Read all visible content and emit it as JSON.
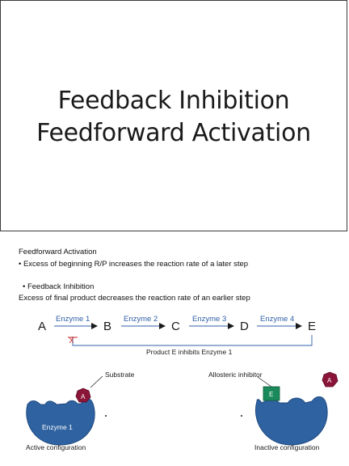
{
  "slide1": {
    "title_line1": "Feedback Inhibition",
    "title_line2": "Feedforward Activation"
  },
  "slide2": {
    "bullets": {
      "feedforward_heading": "Feedforward Activation",
      "feedforward_point": "•  Excess of beginning R/P  increases the reaction rate of a later step",
      "feedback_heading": "•  Feedback Inhibition",
      "feedback_point": "Excess of final product decreases the reaction rate of an earlier step"
    },
    "pathway": {
      "letters": [
        "A",
        "B",
        "C",
        "D",
        "E"
      ],
      "enzymes": [
        "Enzyme 1",
        "Enzyme 2",
        "Enzyme 3",
        "Enzyme 4"
      ],
      "inhibition_mark": "X",
      "inhibition_caption": "Product E inhibits Enzyme 1"
    },
    "diagram": {
      "substrate_label": "Substrate",
      "substrate_letter": "A",
      "enzyme_label": "Enzyme 1",
      "inhibitor_label": "Allosteric inhibitor",
      "inhibitor_letter": "E",
      "free_substrate_letter": "A",
      "active_caption": "Active configuration",
      "inactive_caption": "Inactive configuration"
    },
    "colors": {
      "enzyme_blue": "#2f62a0",
      "enzyme_blue_light": "#4a7fbd",
      "substrate_maroon": "#8a1538",
      "inhibitor_green": "#1b8a5a",
      "arrow_blue": "#3060a8",
      "inhibit_red": "#cc2222"
    }
  }
}
